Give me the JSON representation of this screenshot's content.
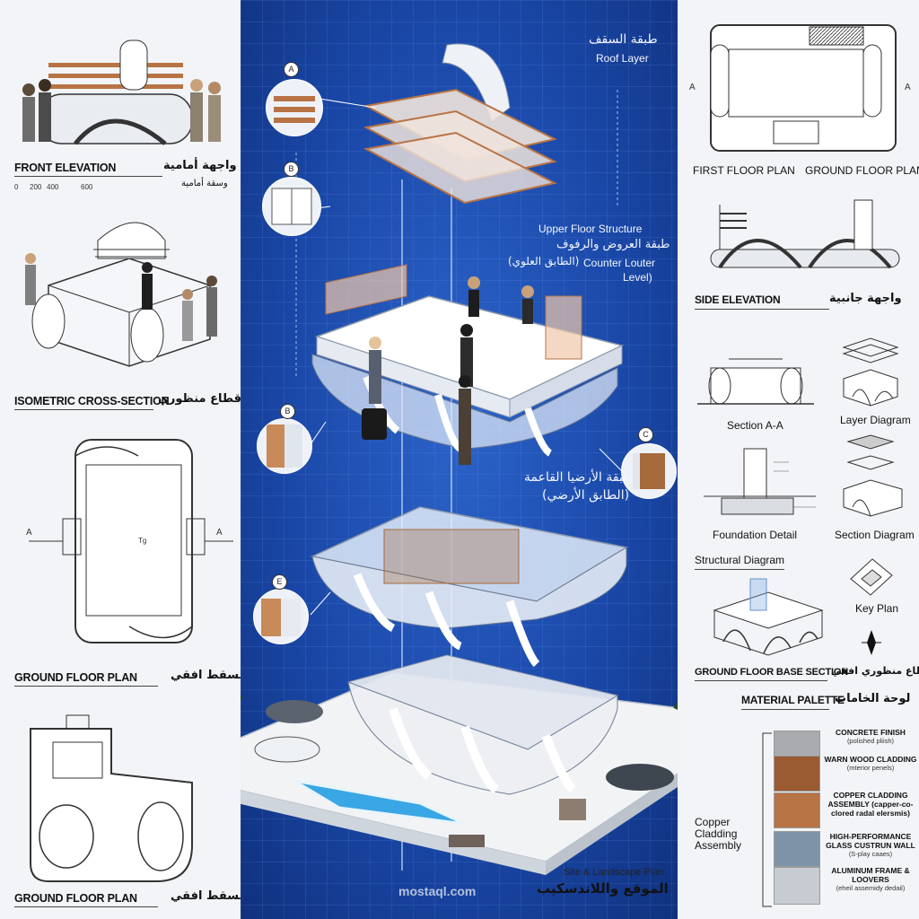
{
  "left": {
    "front_elevation": {
      "label_en": "FRONT ELEVATION",
      "label_ar": "واجهة أمامية",
      "sub_ar": "وسقة أمامية",
      "scale": [
        "0",
        "200",
        "400",
        "600"
      ]
    },
    "isometric": {
      "label_en": "ISOMETRIC CROSS-SECTION",
      "label_ar": "قطاع منظوري"
    },
    "ground_plan_1": {
      "label_en": "GROUND FLOOR PLAN",
      "label_ar": "مسقط افقي",
      "marker": "A",
      "tag": "Tg"
    },
    "ground_plan_2": {
      "label_en": "GROUND FLOOR PLAN",
      "label_ar": "مسقط افقي"
    }
  },
  "center": {
    "roof": {
      "ar": "طبقة السقف",
      "en": "Roof Layer"
    },
    "upper": {
      "en1": "Upper Floor Structure",
      "ar1": "طبقة العروض والرفوف",
      "ar2": "(الطابق العلوي)",
      "en2": "Counter Louter",
      "en3": "Level)"
    },
    "ground": {
      "ar1": "طبقة الأرضيا القاعمة",
      "ar2": "(الطابق الأرضي)"
    },
    "site": {
      "en": "Site & Landscape Plan",
      "ar": "الموقع واللاندسكيب"
    },
    "detail_tags": [
      "A",
      "B",
      "B",
      "C",
      "E"
    ],
    "watermark": "mostaql.com"
  },
  "right": {
    "plans": {
      "first": "FIRST FLOOR PLAN",
      "ground": "GROUND FLOOR PLAN",
      "marker": "A"
    },
    "side_elevation": {
      "label_en": "SIDE ELEVATION",
      "label_ar": "واجهة جانبية"
    },
    "section_aa": "Section A-A",
    "layer_diagram": "Layer Diagram",
    "foundation": "Foundation Detail",
    "section_diagram": "Section Diagram",
    "structural": "Structural Diagram",
    "key_plan": "Key Plan",
    "base_section": {
      "label_en": "GROUND FLOOR BASE SECTION",
      "label_ar": "قطاع منظوري افقي"
    },
    "palette": {
      "title_en": "MATERIAL PALETTE",
      "title_ar": "لوحة الخامات",
      "callout": "Copper Cladding Assembly",
      "items": [
        {
          "name": "CONCRETE FINISH",
          "sub": "(polished pliish)",
          "color": "#a9abae"
        },
        {
          "name": "WARN WOOD CLADDING",
          "sub": "(mterior penels)",
          "color": "#9a5a32"
        },
        {
          "name": "COPPER CLADDING ASSEMBLY (capper-co-clored radal elersmis)",
          "sub": "",
          "color": "#b87345"
        },
        {
          "name": "HIGH-PERFORMANCE GLASS CUSTRUN WALL",
          "sub": "(S-play caaes)",
          "color": "#7d93a8"
        },
        {
          "name": "ALUMINUM FRAME & LOOVERS",
          "sub": "(eheil assemidy dedail)",
          "color": "#c7ccd2"
        }
      ]
    }
  },
  "colors": {
    "blue": "#1a48a8",
    "copper": "#c0703f",
    "wood": "#a76a3c",
    "pool": "#39a6e6"
  }
}
